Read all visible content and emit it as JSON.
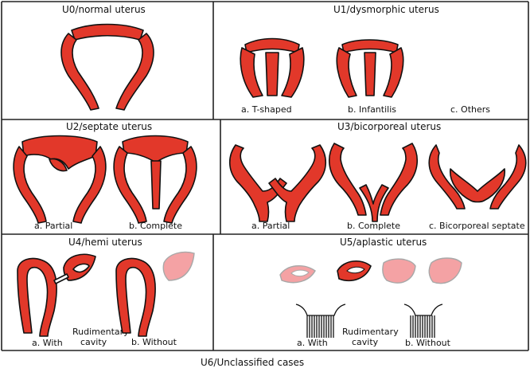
{
  "colors": {
    "uterus_fill": "#e2382a",
    "outline": "#111111",
    "aplastic_fill": "#f4a2a4",
    "aplastic_outline": "#a8a8a8",
    "grid_line": "#222222"
  },
  "panels": {
    "u0": {
      "title": "U0/normal uterus"
    },
    "u1": {
      "title": "U1/dysmorphic uterus",
      "labels": [
        "a. T-shaped",
        "b. Infantilis",
        "c. Others"
      ]
    },
    "u2": {
      "title": "U2/septate uterus",
      "labels": [
        "a. Partial",
        "b. Complete"
      ]
    },
    "u3": {
      "title": "U3/bicorporeal uterus",
      "labels": [
        "a. Partial",
        "b. Complete",
        "c. Bicorporeal septate"
      ]
    },
    "u4": {
      "title": "U4/hemi uterus",
      "labels": [
        "a. With",
        "b. Without"
      ],
      "note_line1": "Rudimentary",
      "note_line2": "cavity"
    },
    "u5": {
      "title": "U5/aplastic uterus",
      "labels": [
        "a. With",
        "b. Without"
      ],
      "note_line1": "Rudimentary",
      "note_line2": "cavity"
    }
  },
  "footer": {
    "u6": "U6/Unclassified cases"
  }
}
